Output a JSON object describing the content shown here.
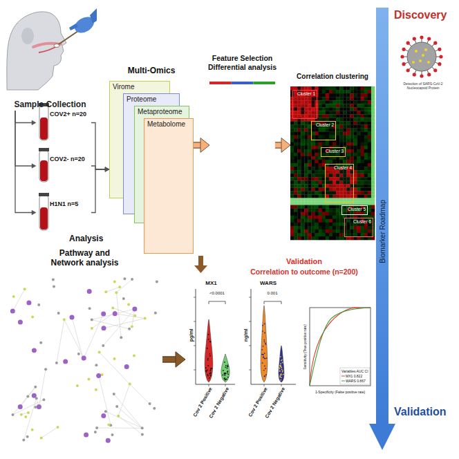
{
  "diagram": {
    "nodes": [
      {
        "text": [
          "Sample Collection"
        ]
      },
      {
        "text": [
          "COV2+ n=20"
        ]
      },
      {
        "text": [
          "COV2- n=20"
        ]
      },
      {
        "text": [
          "H1N1 n=5"
        ]
      },
      {
        "text": [
          "Multi-Omics"
        ]
      },
      {
        "text": [
          "Virome"
        ],
        "in": 4
      },
      {
        "text": [
          "Proteome"
        ],
        "in": 4
      },
      {
        "text": [
          "Metaproteome"
        ],
        "in": 4
      },
      {
        "text": [
          "Metabolome"
        ],
        "in": 4
      },
      {
        "text": [
          "Feature Selection Differential analysis"
        ]
      },
      {
        "text": [
          "Correlation clustering"
        ]
      },
      {
        "text": [
          "Cluster 1"
        ],
        "in": 10
      },
      {
        "text": [
          "Cluster 2"
        ],
        "in": 10
      },
      {
        "text": [
          "Cluster 3"
        ],
        "in": 10
      },
      {
        "text": [
          "Cluster 4"
        ],
        "in": 10
      },
      {
        "text": [
          "Cluster 5"
        ],
        "in": 10
      },
      {
        "text": [
          "Cluster 6"
        ],
        "in": 10
      },
      {
        "text": [
          "Pathway and Network analysis"
        ]
      },
      {
        "text": [
          "MX1",
          "pg/ml",
          "<0.0001",
          "Cov 2 Positive",
          "Cov 2 Negative"
        ]
      },
      {
        "text": [
          "WARS",
          "ng/ml",
          "0.001",
          "Cov 2 Positive",
          "Cov 2 Negative"
        ]
      },
      {
        "text": [
          "Sensitivity (True positive rate)",
          "1-Specificity (False positive rate)",
          "Variables AUC CI",
          "MX1 0.822",
          "WARS 0.867"
        ]
      },
      {
        "text": [
          "Discovery",
          "Biomarker Roadmap",
          "Validation"
        ]
      }
    ],
    "edges": [
      {
        "from": 0,
        "to": 1,
        "arrow": "to"
      },
      {
        "from": 0,
        "to": 2,
        "arrow": "to"
      },
      {
        "from": 0,
        "to": 3,
        "arrow": "to"
      },
      {
        "from": 1,
        "to": 4,
        "arrow": "to"
      },
      {
        "from": 2,
        "to": 4,
        "arrow": "to"
      },
      {
        "from": 3,
        "to": 4,
        "arrow": "to"
      },
      {
        "from": 4,
        "to": 9,
        "arrow": "to"
      },
      {
        "from": 9,
        "to": 10,
        "arrow": "to"
      },
      {
        "from": 17,
        "to": 18,
        "arrow": "to"
      }
    ],
    "labels": [
      "Analysis",
      "Validation",
      "Correlation to outcome (n=200)",
      "Detection of SARS-CoV-2 Nucleocapsid Protein"
    ]
  }
}
